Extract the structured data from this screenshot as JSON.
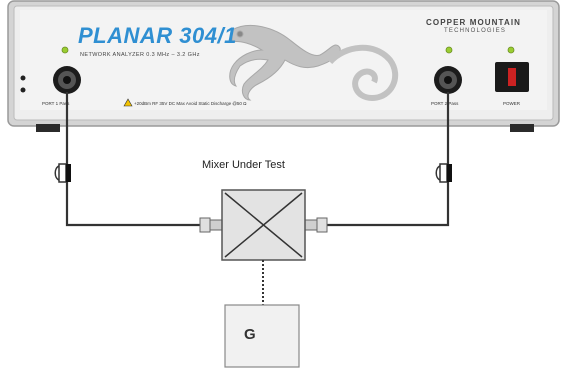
{
  "instrument": {
    "model": "PLANAR 304/1",
    "subtitle": "NETWORK ANALYZER 0.3 MHz – 3.2 GHz",
    "company_line1": "COPPER MOUNTAIN",
    "company_line2": "TECHNOLOGIES",
    "port1_label": "PORT 1 Pass",
    "port2_label": "PORT 2 Pass",
    "power_label": "POWER",
    "warning_label": "+20dBm RF 35V DC Max Avoid Static Discharge @50 Ω"
  },
  "mixer_label": "Mixer Under Test",
  "generator_label": "G",
  "colors": {
    "brand": "#2f8fd2",
    "panel": "#e9e9e9",
    "led": "#9acd32",
    "cable": "#333333"
  }
}
